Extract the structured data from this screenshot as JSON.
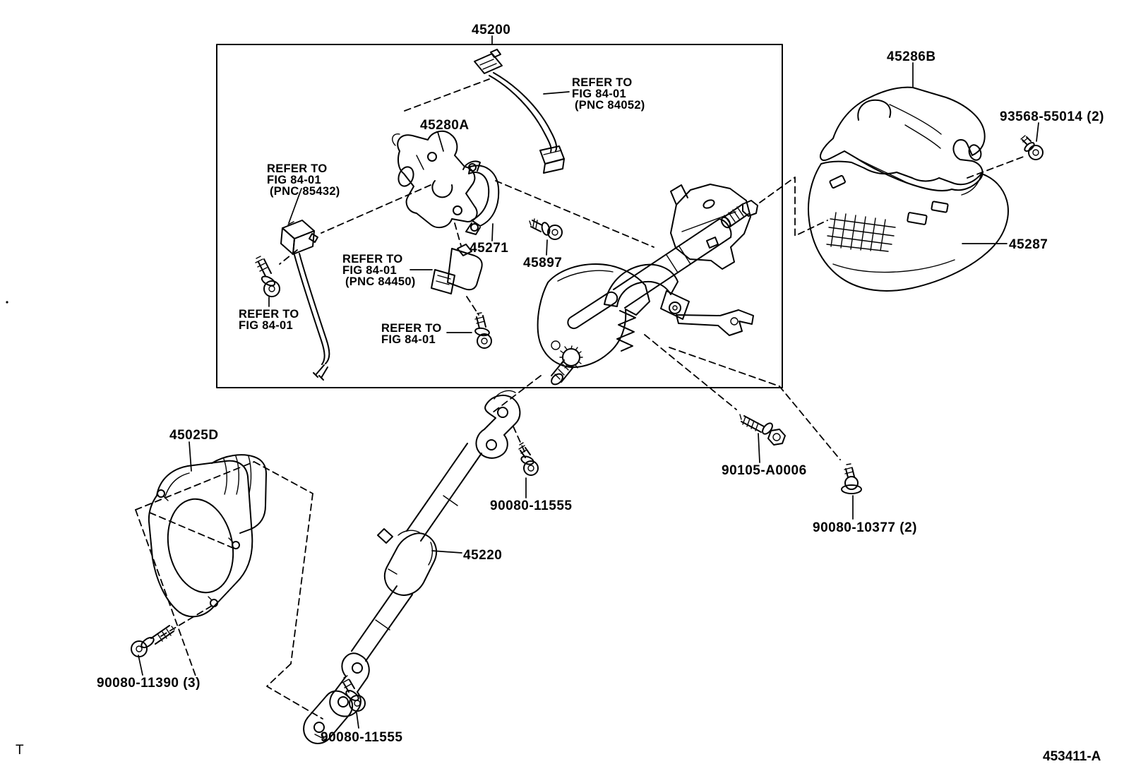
{
  "diagram": {
    "description": "Steering column and shaft exploded parts diagram",
    "colors": {
      "line": "#000000",
      "background": "#ffffff"
    }
  },
  "part_labels": [
    {
      "part_no": "45200"
    },
    {
      "part_no": "45286B"
    },
    {
      "part_no": "93568-55014 (2)"
    },
    {
      "part_no": "45287"
    },
    {
      "part_no": "45280A"
    },
    {
      "part_no": "45271"
    },
    {
      "part_no": "45897"
    },
    {
      "part_no": "45025D"
    },
    {
      "part_no": "90080-11390 (3)"
    },
    {
      "part_no": "90080-11555"
    },
    {
      "part_no": "45220"
    },
    {
      "part_no": "90080-11555"
    },
    {
      "part_no": "90105-A0006"
    },
    {
      "part_no": "90080-10377 (2)"
    }
  ],
  "refer_notes": [
    {
      "lines": [
        "REFER TO",
        "FIG 84-01",
        "(PNC 84052)"
      ]
    },
    {
      "lines": [
        "REFER TO",
        "FIG 84-01",
        "(PNC 85432)"
      ]
    },
    {
      "lines": [
        "REFER TO",
        "FIG 84-01",
        "(PNC 84450)"
      ]
    },
    {
      "lines": [
        "REFER TO",
        "FIG 84-01"
      ]
    },
    {
      "lines": [
        "REFER TO",
        "FIG 84-01"
      ]
    }
  ],
  "footer": {
    "page_code": "T",
    "drawing_number": "453411-A"
  }
}
